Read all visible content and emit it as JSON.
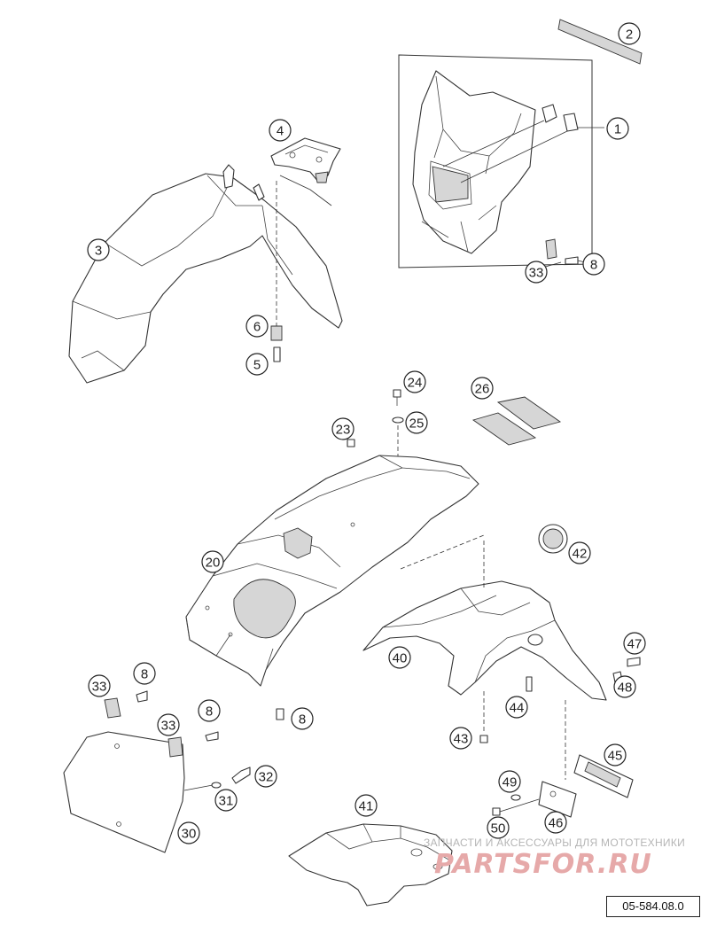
{
  "diagram": {
    "code": "05-584.08.0",
    "callouts": [
      {
        "id": "c1",
        "label": "1"
      },
      {
        "id": "c2",
        "label": "2"
      },
      {
        "id": "c3",
        "label": "3"
      },
      {
        "id": "c4",
        "label": "4"
      },
      {
        "id": "c5",
        "label": "5"
      },
      {
        "id": "c6",
        "label": "6"
      },
      {
        "id": "c8a",
        "label": "8"
      },
      {
        "id": "c33a",
        "label": "33"
      },
      {
        "id": "c24",
        "label": "24"
      },
      {
        "id": "c25",
        "label": "25"
      },
      {
        "id": "c26",
        "label": "26"
      },
      {
        "id": "c23",
        "label": "23"
      },
      {
        "id": "c20",
        "label": "20"
      },
      {
        "id": "c42",
        "label": "42"
      },
      {
        "id": "c40",
        "label": "40"
      },
      {
        "id": "c47",
        "label": "47"
      },
      {
        "id": "c48",
        "label": "48"
      },
      {
        "id": "c44",
        "label": "44"
      },
      {
        "id": "c43",
        "label": "43"
      },
      {
        "id": "c45",
        "label": "45"
      },
      {
        "id": "c49",
        "label": "49"
      },
      {
        "id": "c46",
        "label": "46"
      },
      {
        "id": "c50",
        "label": "50"
      },
      {
        "id": "c41",
        "label": "41"
      },
      {
        "id": "c8b",
        "label": "8"
      },
      {
        "id": "c8c",
        "label": "8"
      },
      {
        "id": "c8d",
        "label": "8"
      },
      {
        "id": "c33b",
        "label": "33"
      },
      {
        "id": "c33c",
        "label": "33"
      },
      {
        "id": "c32",
        "label": "32"
      },
      {
        "id": "c31",
        "label": "31"
      },
      {
        "id": "c30",
        "label": "30"
      }
    ]
  },
  "watermark": {
    "tagline": "ЗАПЧАСТИ И АКСЕССУАРЫ ДЛЯ МОТОТЕХНИКИ",
    "brand": "PARTSFOR.RU"
  },
  "colors": {
    "line": "#333333",
    "watermark_brand": "#e6a9a9",
    "watermark_text": "#b5b5b5"
  }
}
